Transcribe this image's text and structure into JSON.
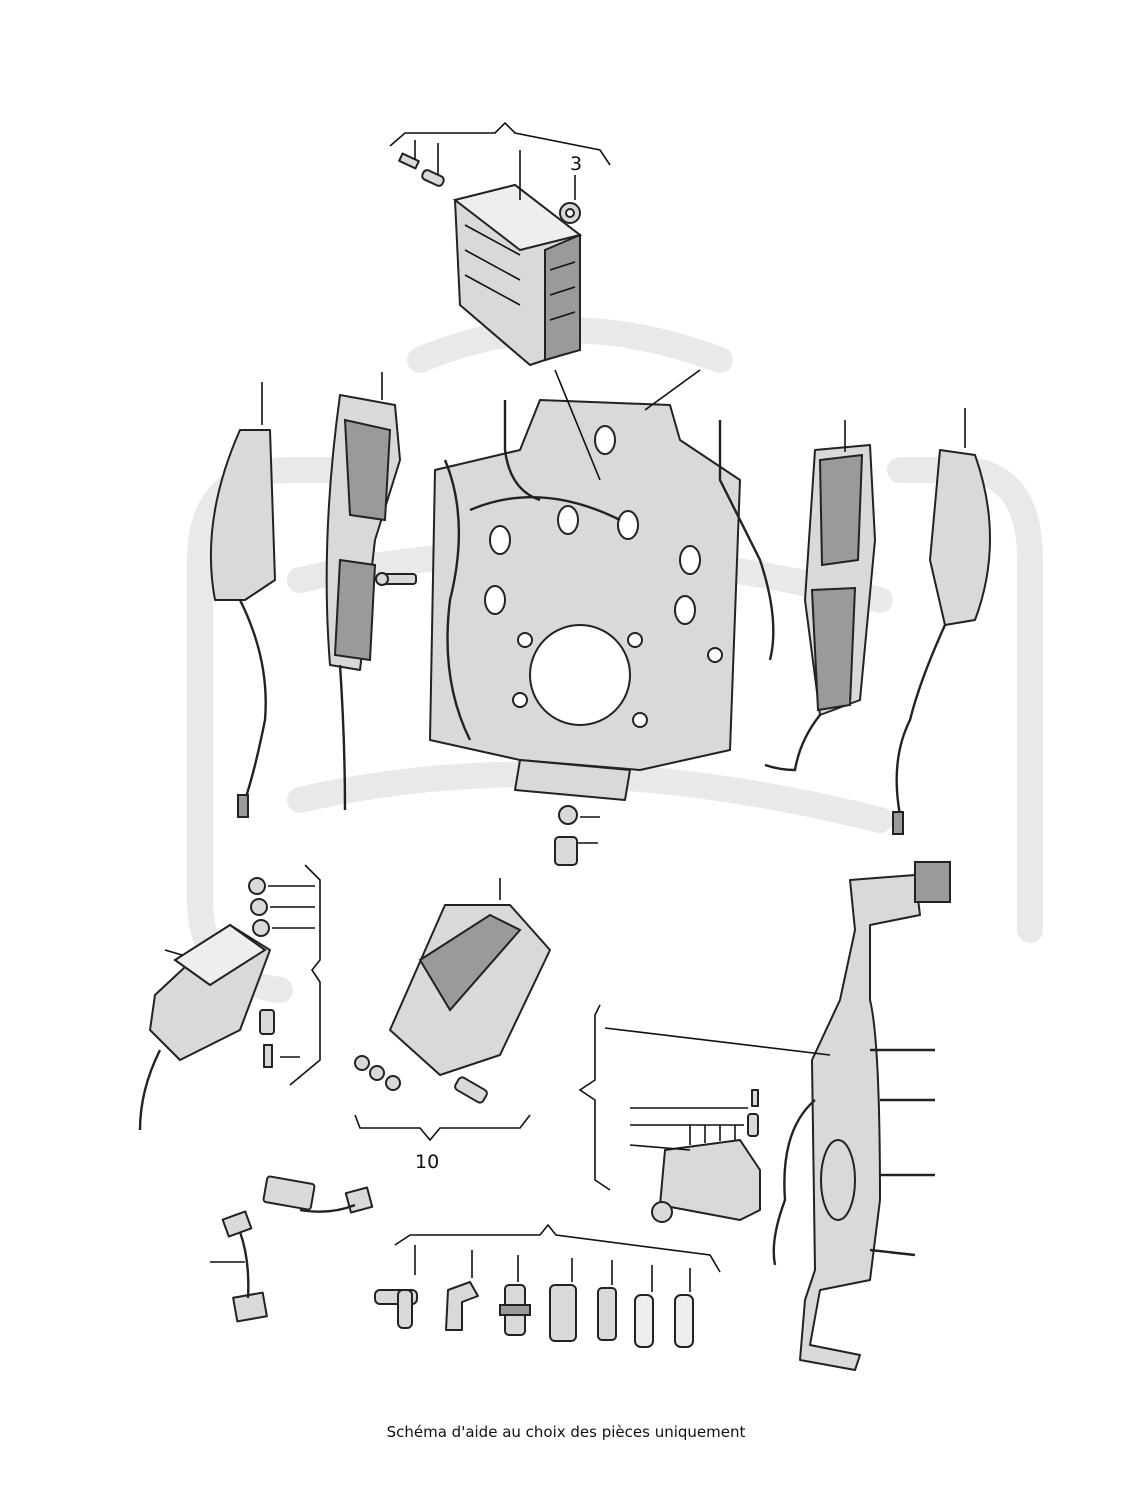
{
  "callouts": {
    "item_3": "3",
    "item_10": "10"
  },
  "caption": "Schéma d'aide au choix des pièces uniquement",
  "colors": {
    "line": "#222222",
    "part_fill": "#d9d9d9",
    "watermark": "#e9e9e9"
  }
}
